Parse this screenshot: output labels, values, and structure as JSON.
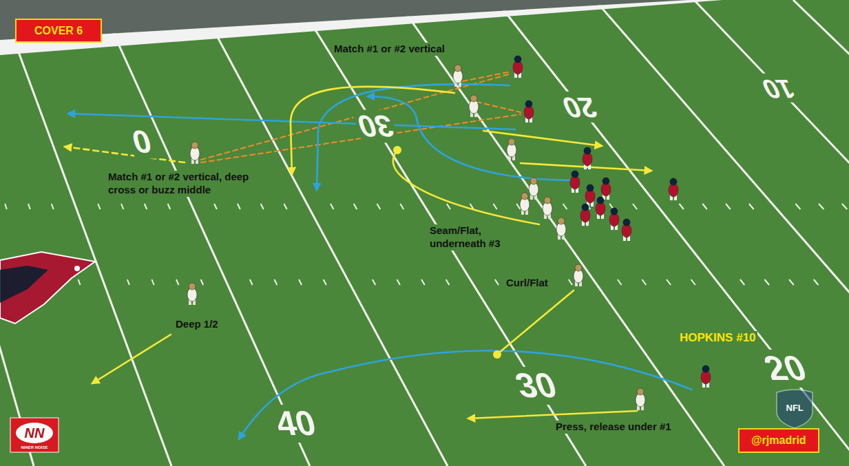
{
  "diagram": {
    "nodes": [
      {
        "text": [
          "COVER 6"
        ]
      },
      {
        "text": [
          "@rjmadrid"
        ]
      }
    ],
    "labels": [
      "Match #1 or #2 vertical",
      "Match #1 or #2 vertical, deep cross or buzz middle",
      "Seam/Flat, underneath #3",
      "Curl/Flat",
      "Deep 1/2",
      "HOPKINS #10",
      "Press, release under #1",
      "10",
      "20",
      "30",
      "0",
      "40",
      "30",
      "20",
      "NN",
      "NINER NOISE",
      "NFL"
    ]
  }
}
